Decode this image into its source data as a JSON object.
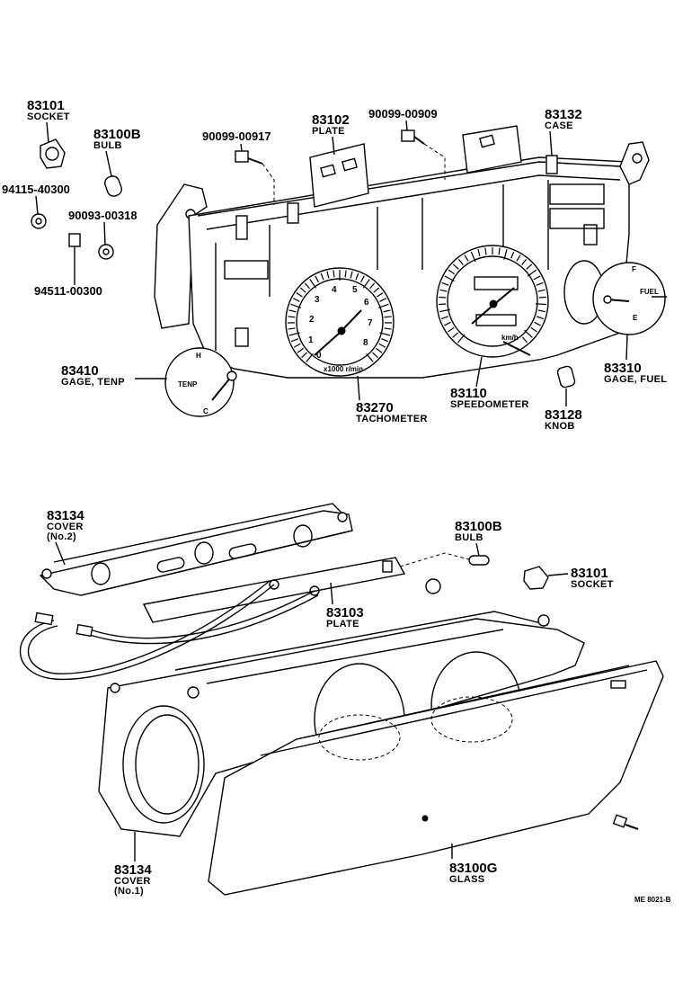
{
  "diagram_code": "ME 8021-B",
  "top": {
    "socket": {
      "number": "83101",
      "name": "SOCKET"
    },
    "bulb": {
      "number": "83100B",
      "name": "BULB"
    },
    "screw_a": {
      "number": "90099-00917"
    },
    "plate": {
      "number": "83102",
      "name": "PLATE"
    },
    "screw_b": {
      "number": "90099-00909"
    },
    "case": {
      "number": "83132",
      "name": "CASE"
    },
    "washer_a": {
      "number": "94115-40300"
    },
    "washer_b": {
      "number": "90093-00318"
    },
    "nut": {
      "number": "94511-00300"
    },
    "gage_temp": {
      "number": "83410",
      "name": "GAGE, TENP",
      "dial_label": "TENP",
      "marks": [
        "H",
        "C"
      ]
    },
    "tachometer": {
      "number": "83270",
      "name": "TACHOMETER",
      "dial_label": "x1000 r/min",
      "ticks": [
        "0",
        "1",
        "2",
        "3",
        "4",
        "5",
        "6",
        "7",
        "8"
      ]
    },
    "speedometer": {
      "number": "83110",
      "name": "SPEEDOMETER",
      "unit": "km/h"
    },
    "knob": {
      "number": "83128",
      "name": "KNOB"
    },
    "gage_fuel": {
      "number": "83310",
      "name": "GAGE, FUEL",
      "dial_label": "FUEL",
      "marks": [
        "F",
        "E"
      ]
    }
  },
  "bottom": {
    "cover2": {
      "number": "83134",
      "name": "COVER",
      "sub": "(No.2)"
    },
    "bulb": {
      "number": "83100B",
      "name": "BULB"
    },
    "socket": {
      "number": "83101",
      "name": "SOCKET"
    },
    "plate": {
      "number": "83103",
      "name": "PLATE"
    },
    "cover1": {
      "number": "83134",
      "name": "COVER",
      "sub": "(No.1)"
    },
    "glass": {
      "number": "83100G",
      "name": "GLASS"
    }
  }
}
